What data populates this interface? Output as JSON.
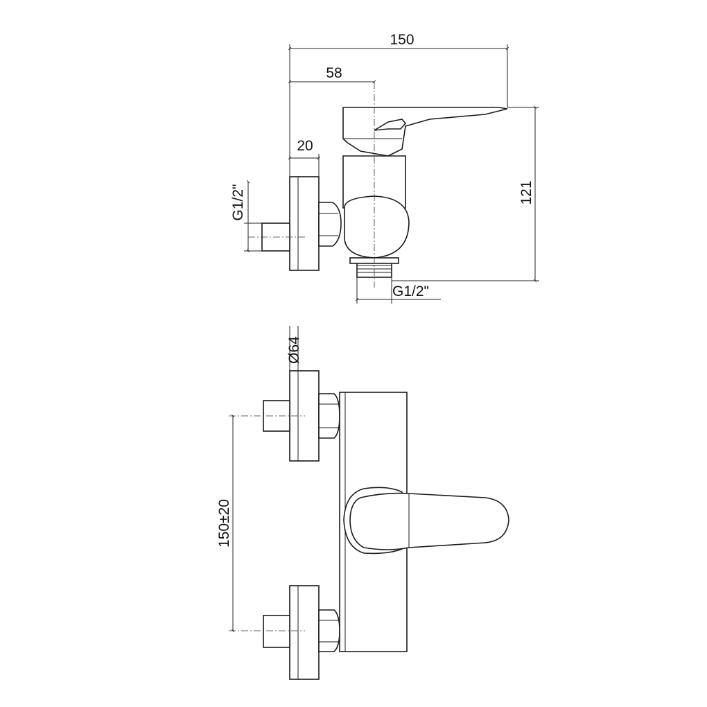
{
  "dimensions": {
    "overall_length": "150",
    "wall_to_axis": "58",
    "flange_depth": "20",
    "height": "121",
    "inlet_thread": "G1/2\"",
    "outlet_thread": "G1/2\"",
    "flange_diameter": "Ø64",
    "inlet_spacing": "150±20"
  }
}
